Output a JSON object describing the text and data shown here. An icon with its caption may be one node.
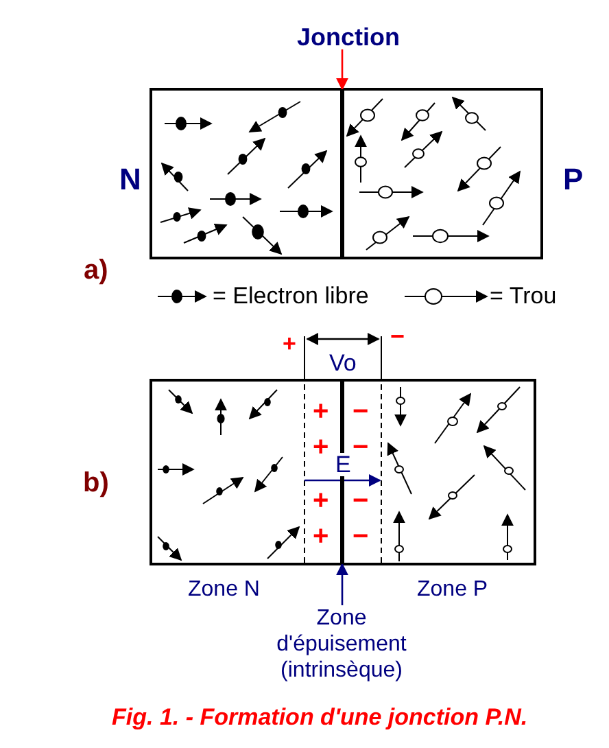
{
  "diagram": {
    "caption": "Fig. 1. - Formation d'une jonction P.N.",
    "nodes": [
      {
        "text": [
          "Jonction"
        ]
      },
      {
        "text": [],
        "shape": "line"
      },
      {
        "text": [
          "Zone d'épuisement (intrinsèque)"
        ]
      },
      {
        "text": [],
        "shape": "line"
      }
    ],
    "edges": [
      {
        "from": 0,
        "to": 1,
        "arrow": "to",
        "color": "#ff0000"
      },
      {
        "from": 2,
        "to": 3,
        "arrow": "to",
        "color": "#000080"
      }
    ],
    "labels": [
      "N",
      "P",
      "a)",
      "+",
      "−",
      "Vo",
      "+",
      "−",
      "+",
      "−",
      "E",
      "b)",
      "+",
      "−",
      "+",
      "−",
      "Zone N",
      "Zone P"
    ],
    "legend": [
      {
        "text": "= Electron libre"
      },
      {
        "text": "= Trou"
      }
    ]
  }
}
